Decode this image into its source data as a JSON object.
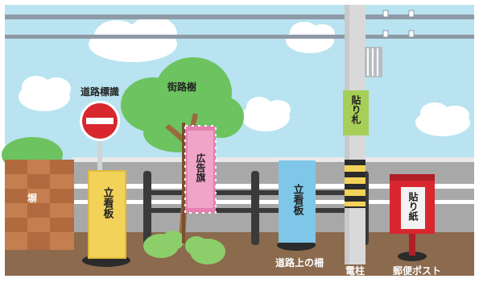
{
  "labels": {
    "road_sign": "道路標識",
    "street_tree": "街路樹",
    "wall": "塀",
    "standing_sign_left": "立看板",
    "ad_flag": "広告旗",
    "standing_sign_right": "立看板",
    "road_fence": "道路上の柵",
    "pole_tag": "貼り札",
    "utility_pole": "電柱",
    "mail_poster": "貼り紙",
    "mailbox": "郵便ポスト"
  },
  "colors": {
    "sky": "#b9e3f0",
    "ground": "#8b6a4e",
    "pavement": "#a8a8a8",
    "wall": "#c57e4f",
    "tree_green": "#6cc35f",
    "trunk": "#9b6a3f",
    "sign_red": "#d8272e",
    "yellow_board": "#f3d25a",
    "flag_pink": "#e57fb0",
    "blue_board": "#7ec7e8",
    "pole": "#d9d9d9",
    "pole_tag_green": "#a6cf58",
    "mailbox_red": "#d8272e",
    "fence_dark": "#3a3a3a"
  }
}
